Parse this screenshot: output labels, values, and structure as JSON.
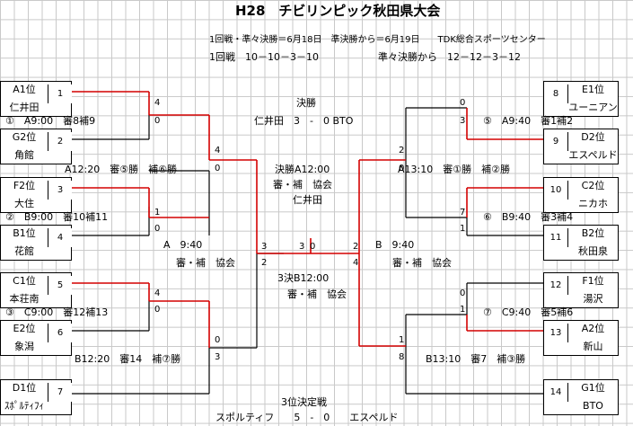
{
  "title": "H28　チビリンピック秋田県大会",
  "schedule": {
    "dates": "1回戦・準々決勝＝6月18日　準決勝から＝6月19日　　TDK総合スポーツセンター",
    "round1_scores": "1回戦　10－10－3－10",
    "qf_scores": "準々決勝から　12－12－3－12"
  },
  "teams": {
    "A1": {
      "seed": "A1位",
      "name": "仁井田",
      "no": "1"
    },
    "G2": {
      "seed": "G2位",
      "name": "角館",
      "no": "2"
    },
    "F2": {
      "seed": "F2位",
      "name": "大住",
      "no": "3"
    },
    "B1": {
      "seed": "B1位",
      "name": "花館",
      "no": "4"
    },
    "C1": {
      "seed": "C1位",
      "name": "本荘南",
      "no": "5"
    },
    "E2": {
      "seed": "E2位",
      "name": "象潟",
      "no": "6"
    },
    "D1": {
      "seed": "D1位",
      "name": "ｽﾎﾟﾙﾃｨﾌｨ",
      "no": "7"
    },
    "E1": {
      "seed": "E1位",
      "name": "ユーニアン",
      "no": "8"
    },
    "D2": {
      "seed": "D2位",
      "name": "エスペルド",
      "no": "9"
    },
    "C2": {
      "seed": "C2位",
      "name": "ニカホ",
      "no": "10"
    },
    "B2": {
      "seed": "B2位",
      "name": "秋田泉",
      "no": "11"
    },
    "F1": {
      "seed": "F1位",
      "name": "湯沢",
      "no": "12"
    },
    "A2": {
      "seed": "A2位",
      "name": "新山",
      "no": "13"
    },
    "G1": {
      "seed": "G1位",
      "name": "BTO",
      "no": "14"
    }
  },
  "matches": {
    "m1": "①　A9:00　審8補9",
    "m2": "②　B9:00　審10補11",
    "m3": "③　C9:00　審12補13",
    "m5": "⑤　A9:40　審1補2",
    "m6": "⑥　B9:40　審3補4",
    "m7": "⑦　C9:40　審5補6",
    "a1220": "A12:20　審⑤勝　補⑥勝",
    "a1310": "A13:10　審①勝　補②勝",
    "b1220": "B12:20　審14　補⑦勝",
    "b1310": "B13:10　審7　補③勝",
    "a940": "A　9:40",
    "a940_ref": "審・補　協会",
    "b940": "B　9:40",
    "b940_ref": "審・補　協会",
    "final_title": "決勝",
    "final_result": "仁井田　3　-　0 BTO",
    "final_time": "決勝A12:00",
    "final_ref": "審・補　協会",
    "champion": "仁井田",
    "third_time": "3決B12:00",
    "third_ref": "審・補　協会",
    "third_title": "3位決定戦",
    "third_result": "スポルティフ　　5　-　0　　エスペルド"
  },
  "scores": {
    "s4a": "4",
    "s0a": "0",
    "s1a": "1",
    "s0b": "0",
    "s4b": "4",
    "s0c": "0",
    "s0d": "0",
    "s3a": "3",
    "s4c": "4",
    "s0e": "0",
    "s3b": "3",
    "s3c": "3",
    "s0f": "0",
    "s2a": "2",
    "s4d": "4",
    "r0a": "0",
    "r3a": "3",
    "r7a": "7",
    "r1a": "1",
    "r0b": "0",
    "r1b": "1",
    "r2a": "2",
    "r0c": "0",
    "r1c": "1",
    "r8a": "8",
    "r2b": "2"
  },
  "colors": {
    "winner_line": "#d40000",
    "line": "#000000"
  }
}
